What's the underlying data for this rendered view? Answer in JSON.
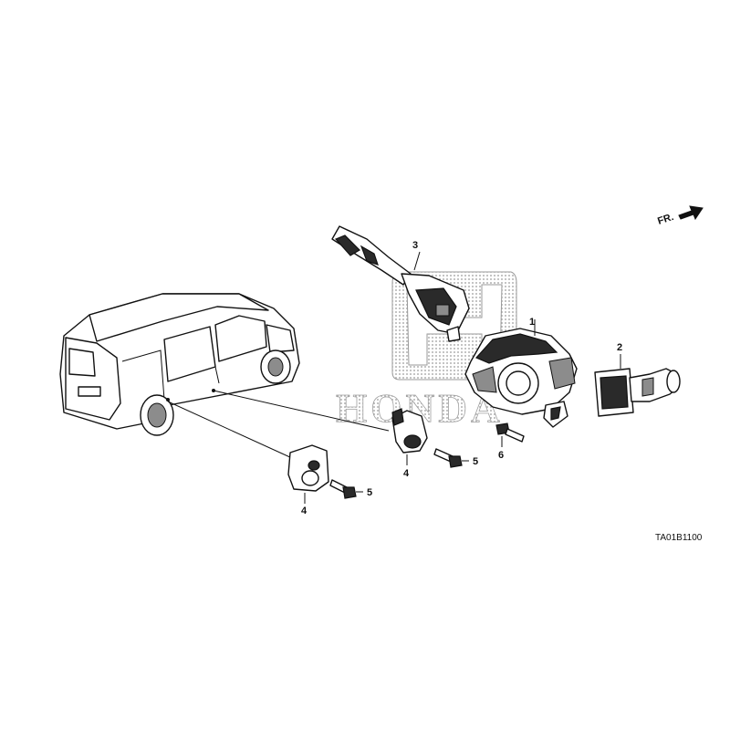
{
  "diagram": {
    "direction_label": "FR.",
    "watermark_text": "HONDA",
    "figure_code": "TA01B1100",
    "callouts": [
      {
        "id": "1",
        "label": "1"
      },
      {
        "id": "2",
        "label": "2"
      },
      {
        "id": "3",
        "label": "3"
      },
      {
        "id": "4a",
        "label": "4"
      },
      {
        "id": "4b",
        "label": "4"
      },
      {
        "id": "5a",
        "label": "5"
      },
      {
        "id": "5b",
        "label": "5"
      },
      {
        "id": "6",
        "label": "6"
      }
    ]
  }
}
